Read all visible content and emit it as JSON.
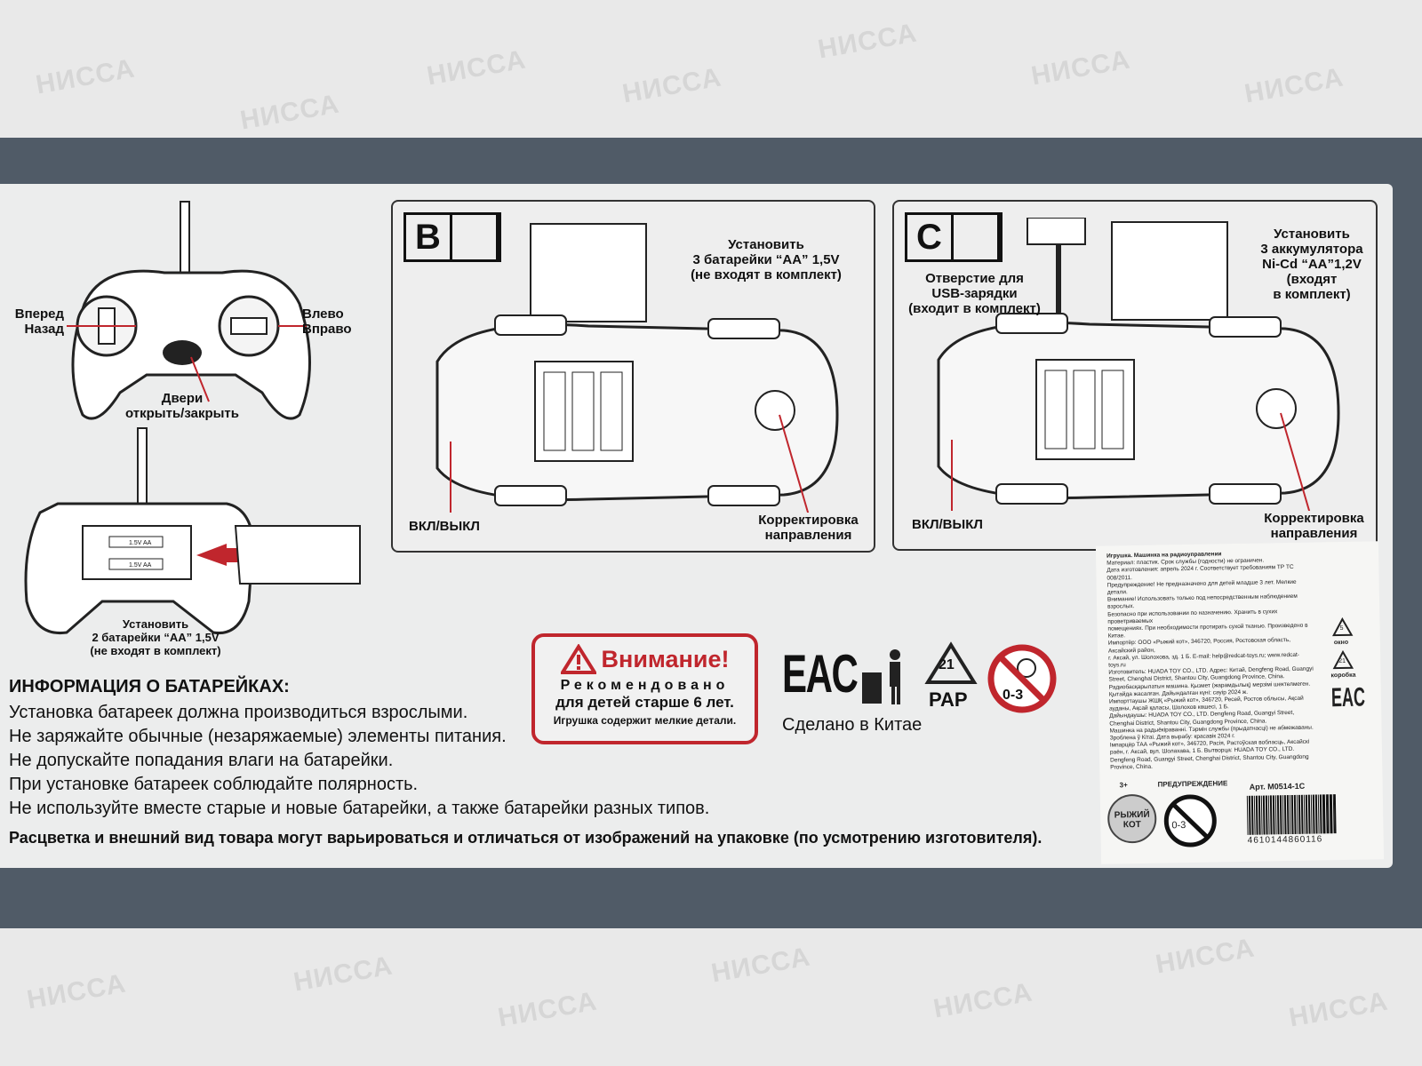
{
  "watermark": "НИССА",
  "controller_top": {
    "forward_back": "Вперед\nНазад",
    "left_right": "Влево\nВправо",
    "doors": "Двери\nоткрыть/закрыть"
  },
  "controller_bottom": {
    "battery_label_1": "1.5V   AA",
    "battery_label_2": "1.5V   AA",
    "install": "Установить\n2 батарейки “АА” 1,5V\n(не входят в комплект)"
  },
  "panel_b": {
    "letter": "B",
    "install": "Установить\n3 батарейки “АА” 1,5V\n(не входят в комплект)",
    "on_off": "ВКЛ/ВЫКЛ",
    "steering": "Корректировка\nнаправления"
  },
  "panel_c": {
    "letter": "C",
    "usb": "Отверстие для\nUSB-зарядки\n(входит в комплект)",
    "install": "Установить\n3 аккумулятора\nNi-Cd “АА”1,2V\n(входят\nв комплект)",
    "on_off": "ВКЛ/ВЫКЛ",
    "steering": "Корректировка\nнаправления"
  },
  "battery_info": {
    "title": "ИНФОРМАЦИЯ О БАТАРЕЙКАХ:",
    "lines": [
      "Установка батареек должна производиться взрослыми.",
      "Не заряжайте обычные (незаряжаемые) элементы питания.",
      "Не допускайте попадания влаги на батарейки.",
      "При установке батареек соблюдайте полярность.",
      "Не используйте вместе старые и новые батарейки, а также батарейки разных типов."
    ],
    "disclaimer": "Расцветка и внешний вид товара могут варьироваться и отличаться от изображений на упаковке (по усмотрению изготовителя)."
  },
  "warning": {
    "title": "Внимание!",
    "line1": "Рекомендовано",
    "line2": "для детей старше 6 лет.",
    "line3": "Игрушка содержит мелкие детали."
  },
  "marks": {
    "eac": "EAC",
    "recycle_number": "21",
    "recycle_code": "PAP",
    "age": "0-3",
    "made_in": "Сделано в Китае"
  },
  "sticker": {
    "title": "Игрушка. Машинка на радиоуправлении",
    "lines": [
      "Материал: пластик. Срок службы (годности) не ограничен.",
      "Дата изготовления: апрель 2024 г. Соответствует требованиям ТР ТС 008/2011.",
      "Предупреждение! Не предназначено для детей младше 3 лет. Мелкие детали.",
      "Внимание! Использовать только под непосредственным наблюдением взрослых.",
      "Безопасно при использовании по назначению. Хранить в сухих проветриваемых",
      "помещениях. При необходимости протирать сухой тканью. Произведено в Китае.",
      "Импортёр: ООО «Рыжий кот», 346720, Россия, Ростовская область, Аксайский район,",
      "г. Аксай, ул. Шолохова, зд. 1 Б. E-mail: help@redcat-toys.ru; www.redcat-toys.ru",
      "Изготовитель: HUADA TOY CO., LTD. Адрес: Китай, Dengfeng Road, Guangyi",
      "Street, Chenghai District, Shantou City, Guangdong Province, China.",
      "Радиобасқарылатын машина. Қызмет (жарамдылық) мерзімі шектелмеген. Қытайда жасалған. Дайындалған күні: сәуір 2024 ж.",
      "Импорттаушы ЖШҚ «Рыжий кот», 346720, Ресей, Ростов облысы, Ақсай ауданы, Ақсай қаласы, Шолохов көшесі, 1 Б.",
      "Дайындаушы: HUADA TOY CO., LTD. Dengfeng Road, Guangyi Street, Chenghai District, Shantou City, Guangdong Province, China.",
      "Машинка на радыёкіраванні. Тэрмін службы (прыдатнасці) не абмежаваны. Зроблена ў Кітаі. Дата вырабу: красавік 2024 г.",
      "Імпарцёр ТАА «Рыжий кот», 346720, Расія, Растоўская вобласць, Аксайскі раён, г. Аксай, вул. Шолахава, 1 Б. Вытворца: HUADA TOY CO., LTD. Dengfeng Road, Guangyi Street, Chenghai District, Shantou City, Guangdong Province, China."
    ],
    "recycle_5": "5",
    "window": "окно",
    "recycle_21": "21",
    "box": "коробка",
    "eac": "EAC",
    "age": "3+",
    "warning": "ПРЕДУПРЕЖДЕНИЕ",
    "article": "Арт. M0514-1C",
    "brand": "РЫЖИЙ КОТ",
    "age_icon": "0-3",
    "barcode": "4610144860116"
  }
}
